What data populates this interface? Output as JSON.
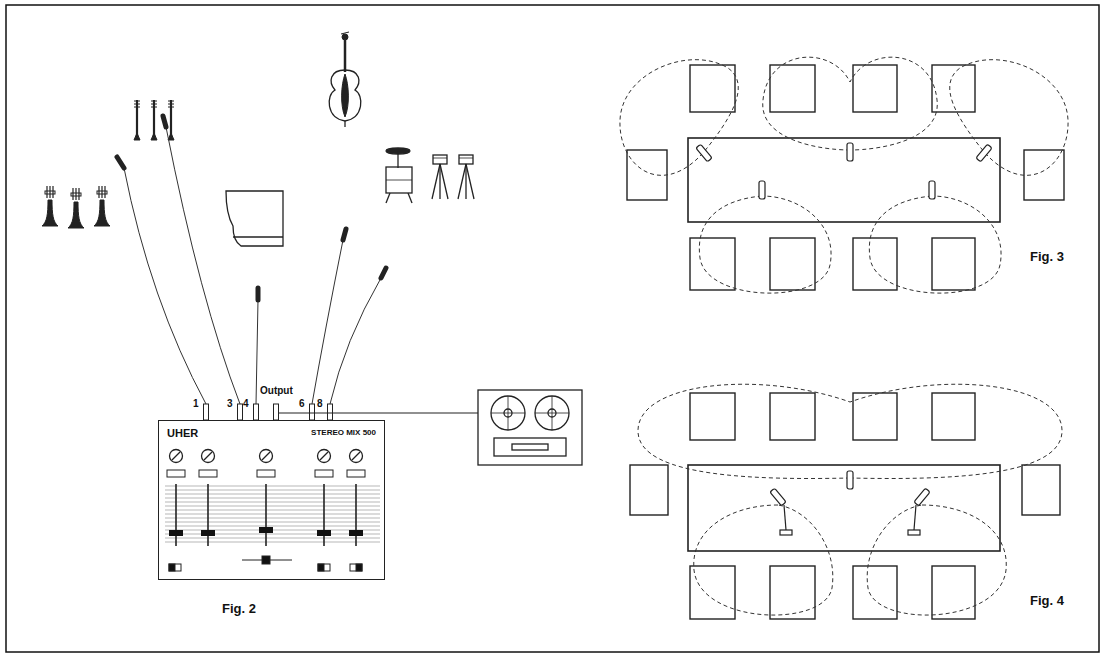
{
  "diagram": {
    "nodes": [
      {
        "text": [
          "UHER",
          "STEREO MIX 500"
        ]
      }
    ],
    "labels": [
      "1",
      "3",
      "4",
      "Output",
      "6",
      "8",
      "Fig. 2",
      "Fig. 3",
      "Fig. 4"
    ]
  }
}
